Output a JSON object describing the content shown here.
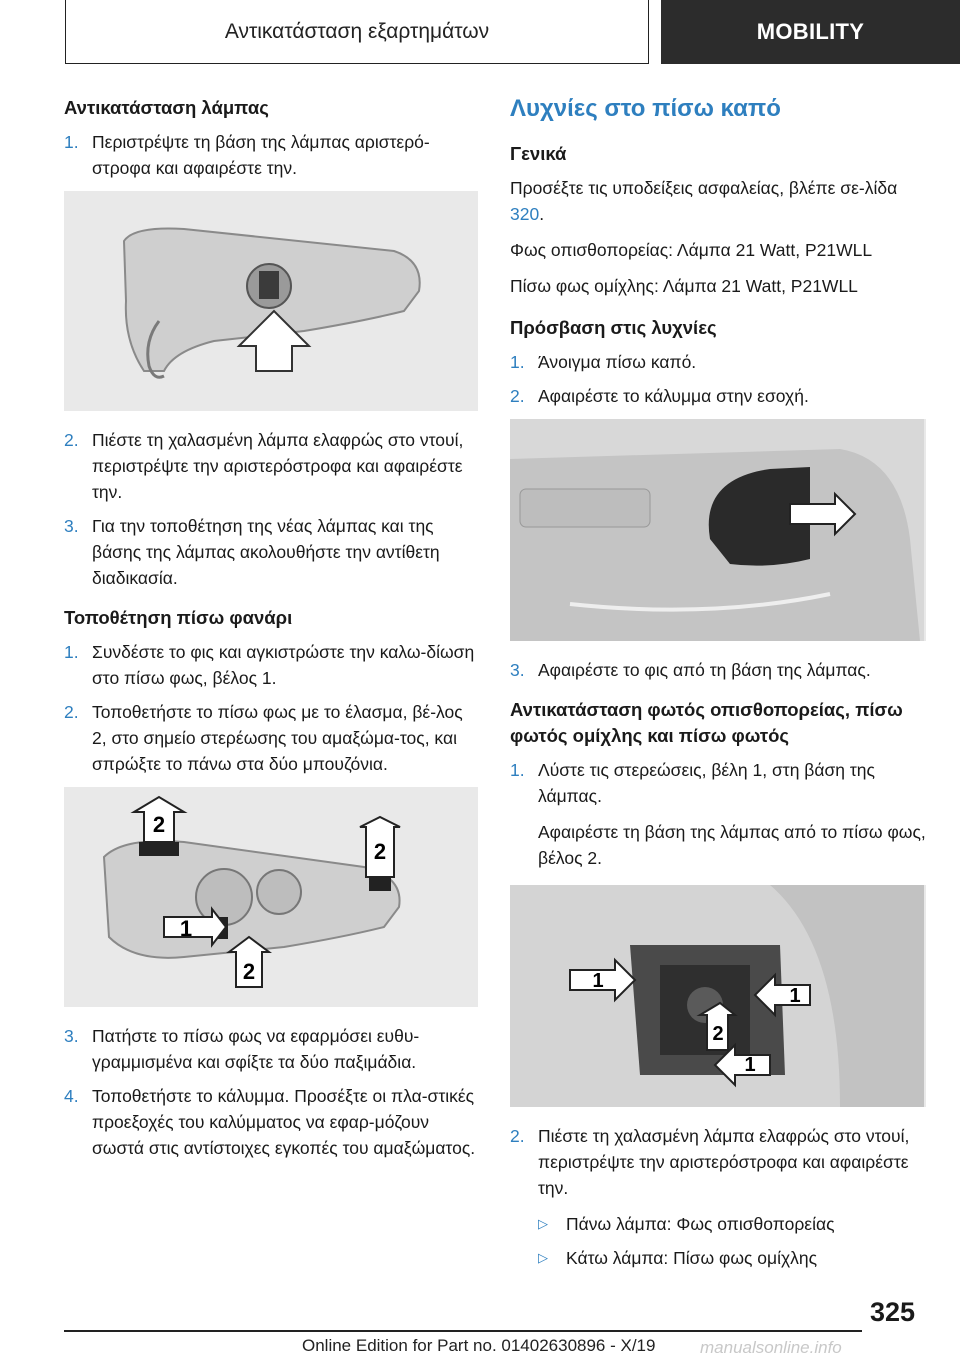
{
  "header": {
    "section": "Αντικατάσταση εξαρτημάτων",
    "brand": "MOBILITY"
  },
  "left": {
    "heading1": "Αντικατάσταση λάμπας",
    "steps1": [
      "Περιστρέψτε τη βάση της λάμπας αριστερό-στροφα και αφαιρέστε την.",
      "Πιέστε τη χαλασμένη λάμπα ελαφρώς στο ντουί, περιστρέψτε την αριστερόστροφα και αφαιρέστε την.",
      "Για την τοποθέτηση της νέας λάμπας και της βάσης της λάμπας ακολουθήστε την αντίθετη διαδικασία."
    ],
    "heading2": "Τοποθέτηση πίσω φανάρι",
    "steps2": [
      "Συνδέστε το φις και αγκιστρώστε την καλω-δίωση στο πίσω φως, βέλος 1.",
      "Τοποθετήστε το πίσω φως με το έλασμα, βέ-λος 2, στο σημείο στερέωσης του αμαξώμα-τος, και σπρώξτε το πάνω στα δύο μπουζόνια.",
      "Πατήστε το πίσω φως να εφαρμόσει ευθυ-γραμμισμένα και σφίξτε τα δύο παξιμάδια.",
      "Τοποθετήστε το κάλυμμα. Προσέξτε οι πλα-στικές προεξοχές του καλύμματος να εφαρ-μόζουν σωστά στις αντίστοιχες εγκοπές του αμαξώματος."
    ],
    "fig2_labels": [
      "2",
      "2",
      "1",
      "2"
    ]
  },
  "right": {
    "title": "Λυχνίες στο πίσω καπό",
    "general_heading": "Γενικά",
    "general_text_pre": "Προσέξτε τις υποδείξεις ασφαλείας, βλέπε σε-λίδα ",
    "general_link": "320",
    "general_text_post": ".",
    "reverse_light": "Φως οπισθοπορείας: Λάμπα 21 Watt, P21WLL",
    "fog_light": "Πίσω φως ομίχλης: Λάμπα 21 Watt, P21WLL",
    "access_heading": "Πρόσβαση στις λυχνίες",
    "access_steps": [
      "Άνοιγμα πίσω καπό.",
      "Αφαιρέστε το κάλυμμα στην εσοχή.",
      "Αφαιρέστε το φις από τη βάση της λάμπας."
    ],
    "replace_heading": "Αντικατάσταση φωτός οπισθοπορείας, πίσω φωτός ομίχλης και πίσω φωτός",
    "replace_step1": "Λύστε τις στερεώσεις, βέλη 1, στη βάση της λάμπας.",
    "replace_step1_sub": "Αφαιρέστε τη βάση της λάμπας από το πίσω φως, βέλος 2.",
    "replace_step2": "Πιέστε τη χαλασμένη λάμπα ελαφρώς στο ντουί, περιστρέψτε την αριστερόστροφα και αφαιρέστε την.",
    "bullets": [
      "Πάνω λάμπα: Φως οπισθοπορείας",
      "Κάτω λάμπα: Πίσω φως ομίχλης"
    ],
    "fig4_labels": [
      "1",
      "1",
      "2",
      "1"
    ]
  },
  "footer": {
    "page_number": "325",
    "edition": "Online Edition for Part no. 01402630896 - X/19",
    "watermark": "manualsonline.info"
  }
}
